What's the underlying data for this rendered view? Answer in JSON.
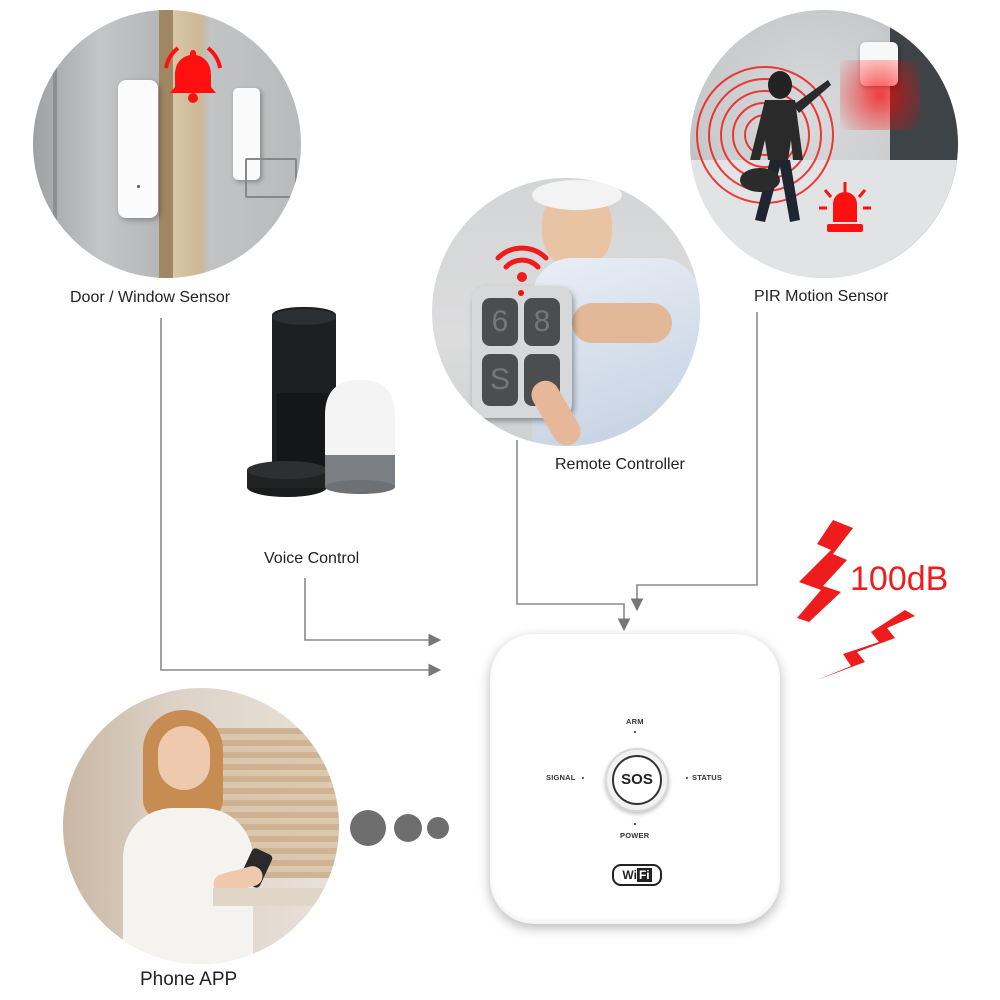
{
  "labels": {
    "door_sensor": "Door / Window Sensor",
    "pir_sensor": "PIR Motion Sensor",
    "remote": "Remote Controller",
    "voice": "Voice Control",
    "phone": "Phone APP"
  },
  "siren": {
    "level": "100dB",
    "color": "#ff1a1a"
  },
  "hub": {
    "arm": "ARM",
    "signal": "SIGNAL",
    "status": "STATUS",
    "power": "POWER",
    "sos": "SOS",
    "wifi_w": "Wi",
    "wifi_f": "Fi"
  },
  "remote_buttons": [
    "6",
    "8",
    "S",
    ""
  ],
  "colors": {
    "line": "#8a8a8a",
    "alarm_red": "#e8151b",
    "hub_white": "#ffffff"
  }
}
